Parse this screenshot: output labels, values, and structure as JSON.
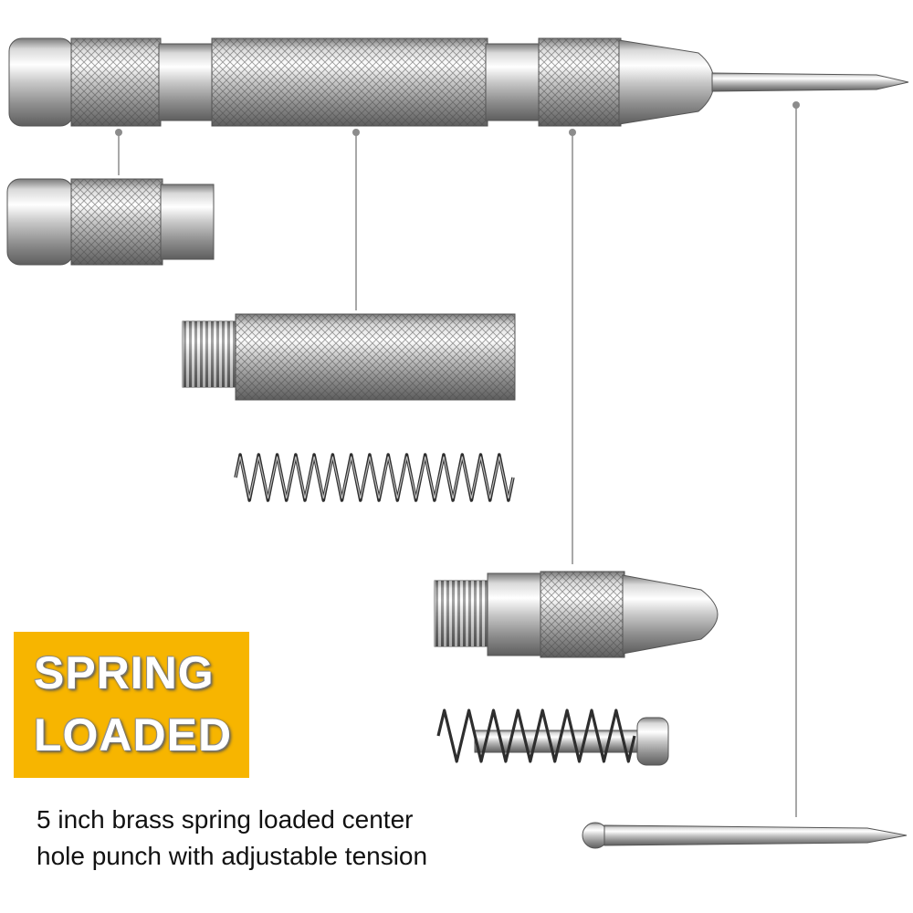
{
  "badge": {
    "line1": "SPRING",
    "line2": "LOADED",
    "color": "#f7b500"
  },
  "caption": {
    "line1": "5 inch brass spring loaded center",
    "line2": "hole punch with adjustable tension"
  },
  "colors": {
    "metal_light": "#f2f2f2",
    "metal_mid": "#b8b8b8",
    "metal_dark": "#6e6e6e",
    "leader_line": "#8c8c8c"
  },
  "parts": [
    {
      "name": "assembled-center-punch"
    },
    {
      "name": "end-cap"
    },
    {
      "name": "knurled-body-sleeve"
    },
    {
      "name": "main-spring"
    },
    {
      "name": "tip-housing"
    },
    {
      "name": "plunger-spring-assembly"
    },
    {
      "name": "punch-pin"
    }
  ]
}
